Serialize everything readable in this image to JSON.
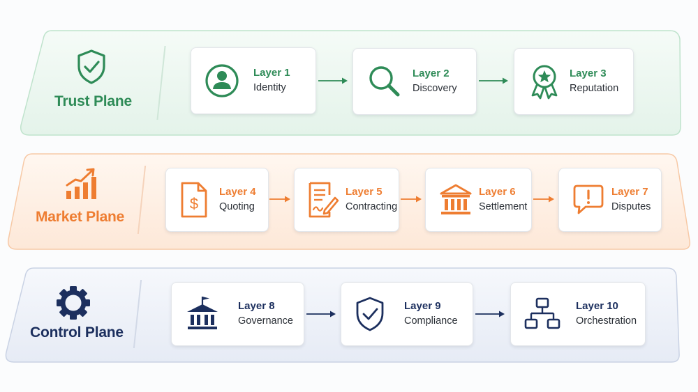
{
  "planes": [
    {
      "title": "Trust Plane",
      "icon": "shield-check-icon",
      "color": "#2e8b57",
      "layers": [
        {
          "layer": "Layer 1",
          "name": "Identity",
          "icon": "user-icon"
        },
        {
          "layer": "Layer 2",
          "name": "Discovery",
          "icon": "magnifier-icon"
        },
        {
          "layer": "Layer 3",
          "name": "Reputation",
          "icon": "award-ribbon-icon"
        }
      ]
    },
    {
      "title": "Market Plane",
      "icon": "bar-chart-trend-icon",
      "color": "#ee7d31",
      "layers": [
        {
          "layer": "Layer 4",
          "name": "Quoting",
          "icon": "invoice-dollar-icon"
        },
        {
          "layer": "Layer 5",
          "name": "Contracting",
          "icon": "contract-pen-icon"
        },
        {
          "layer": "Layer 6",
          "name": "Settlement",
          "icon": "bank-icon"
        },
        {
          "layer": "Layer 7",
          "name": "Disputes",
          "icon": "alert-speech-bubble-icon"
        }
      ]
    },
    {
      "title": "Control Plane",
      "icon": "gear-icon",
      "color": "#1c2f5e",
      "layers": [
        {
          "layer": "Layer 8",
          "name": "Governance",
          "icon": "government-building-icon"
        },
        {
          "layer": "Layer 9",
          "name": "Compliance",
          "icon": "shield-check-icon"
        },
        {
          "layer": "Layer 10",
          "name": "Orchestration",
          "icon": "flow-hierarchy-icon"
        }
      ]
    }
  ]
}
